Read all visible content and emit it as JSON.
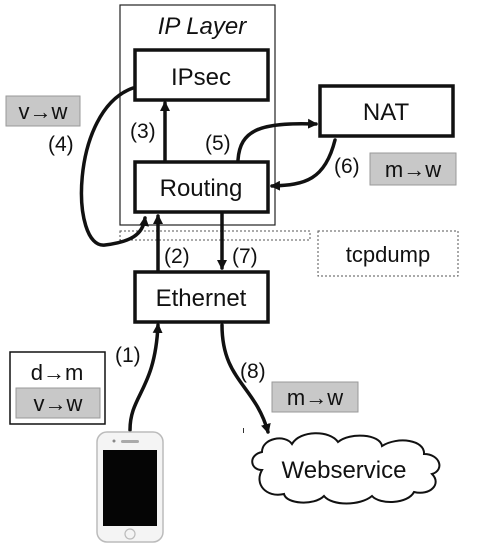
{
  "ip_layer": {
    "title": "IP Layer"
  },
  "boxes": {
    "ipsec": "IPsec",
    "routing": "Routing",
    "nat": "NAT",
    "ethernet": "Ethernet",
    "tcpdump": "tcpdump",
    "webservice": "Webservice"
  },
  "steps": {
    "s1": "(1)",
    "s2": "(2)",
    "s3": "(3)",
    "s4": "(4)",
    "s5": "(5)",
    "s6": "(6)",
    "s7": "(7)",
    "s8": "(8)"
  },
  "tags": {
    "v_to_w_top": "v→w",
    "m_to_w_nat": "m→w",
    "d_to_m": "d→m",
    "v_to_w_phone": "v→w",
    "m_to_w_web": "m→w"
  },
  "colors": {
    "tag_fill": "#c8c8c8",
    "stroke": "#111111"
  }
}
